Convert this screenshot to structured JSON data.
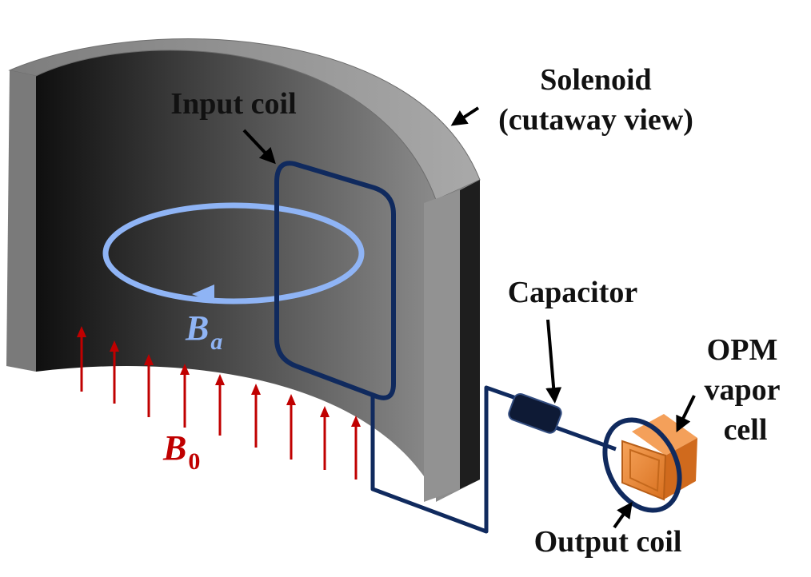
{
  "labels": {
    "solenoid_line1": "Solenoid",
    "solenoid_line2": "(cutaway view)",
    "input_coil": "Input coil",
    "capacitor": "Capacitor",
    "opm_line1": "OPM",
    "opm_line2": "vapor",
    "opm_line3": "cell",
    "output_coil": "Output coil"
  },
  "symbols": {
    "applied_field": {
      "base": "B",
      "subscript": "a",
      "color": "#8fb4f5"
    },
    "bias_field": {
      "base": "B",
      "subscript": "0",
      "color": "#c00000"
    }
  },
  "colors": {
    "wire": "#102a5e",
    "capacitor": "#0e1a35",
    "vapor_cell": "#ef8a3a",
    "solenoid_inner": "#2b2b2b",
    "solenoid_rim": "#9b9b9b",
    "field_arrow": "#c00000",
    "flux_loop": "#8fb4f5"
  }
}
